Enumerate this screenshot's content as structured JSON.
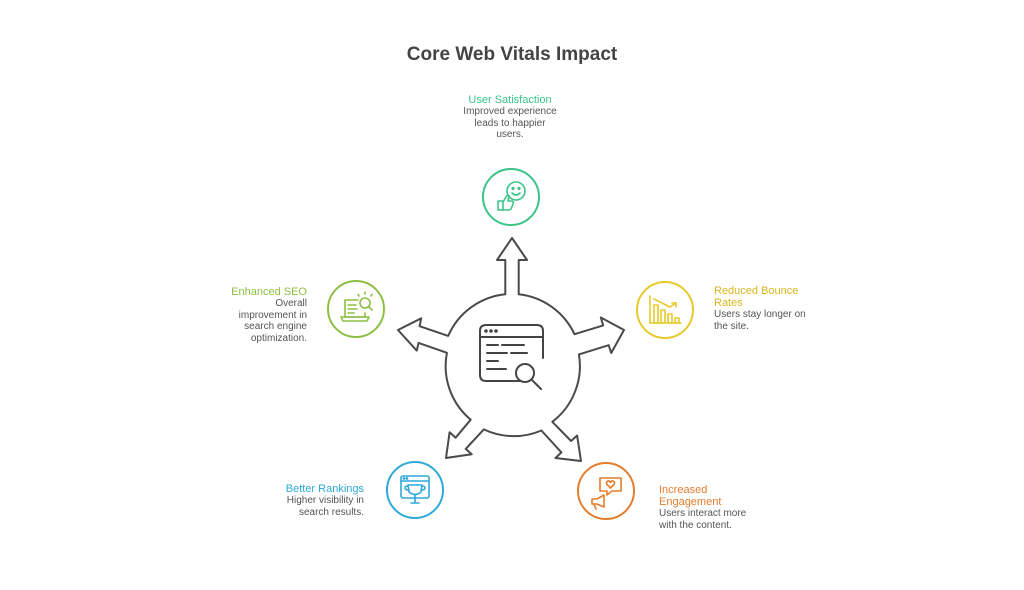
{
  "title": "Core Web Vitals Impact",
  "items": {
    "user_satisfaction": {
      "title": "User Satisfaction",
      "description": "Improved experience leads to happier users.",
      "color": "#3cc48a",
      "icon": "smiling-face-thumbs-up-icon"
    },
    "reduced_bounce": {
      "title": "Reduced Bounce Rates",
      "description": "Users stay longer on the site.",
      "color": "#e8c92a",
      "icon": "declining-bar-chart-icon"
    },
    "increased_engagement": {
      "title": "Increased Engagement",
      "description": "Users interact more with the content.",
      "color": "#e47d2c",
      "icon": "heart-chat-megaphone-icon"
    },
    "better_rankings": {
      "title": "Better Rankings",
      "description": "Higher visibility in search results.",
      "color": "#2ea9d9",
      "icon": "trophy-browser-icon"
    },
    "enhanced_seo": {
      "title": "Enhanced SEO",
      "description": "Overall improvement in search engine optimization.",
      "color": "#8dbf45",
      "icon": "laptop-magnifier-icon"
    }
  },
  "center": {
    "icon": "browser-search-icon",
    "color": "#444444"
  }
}
